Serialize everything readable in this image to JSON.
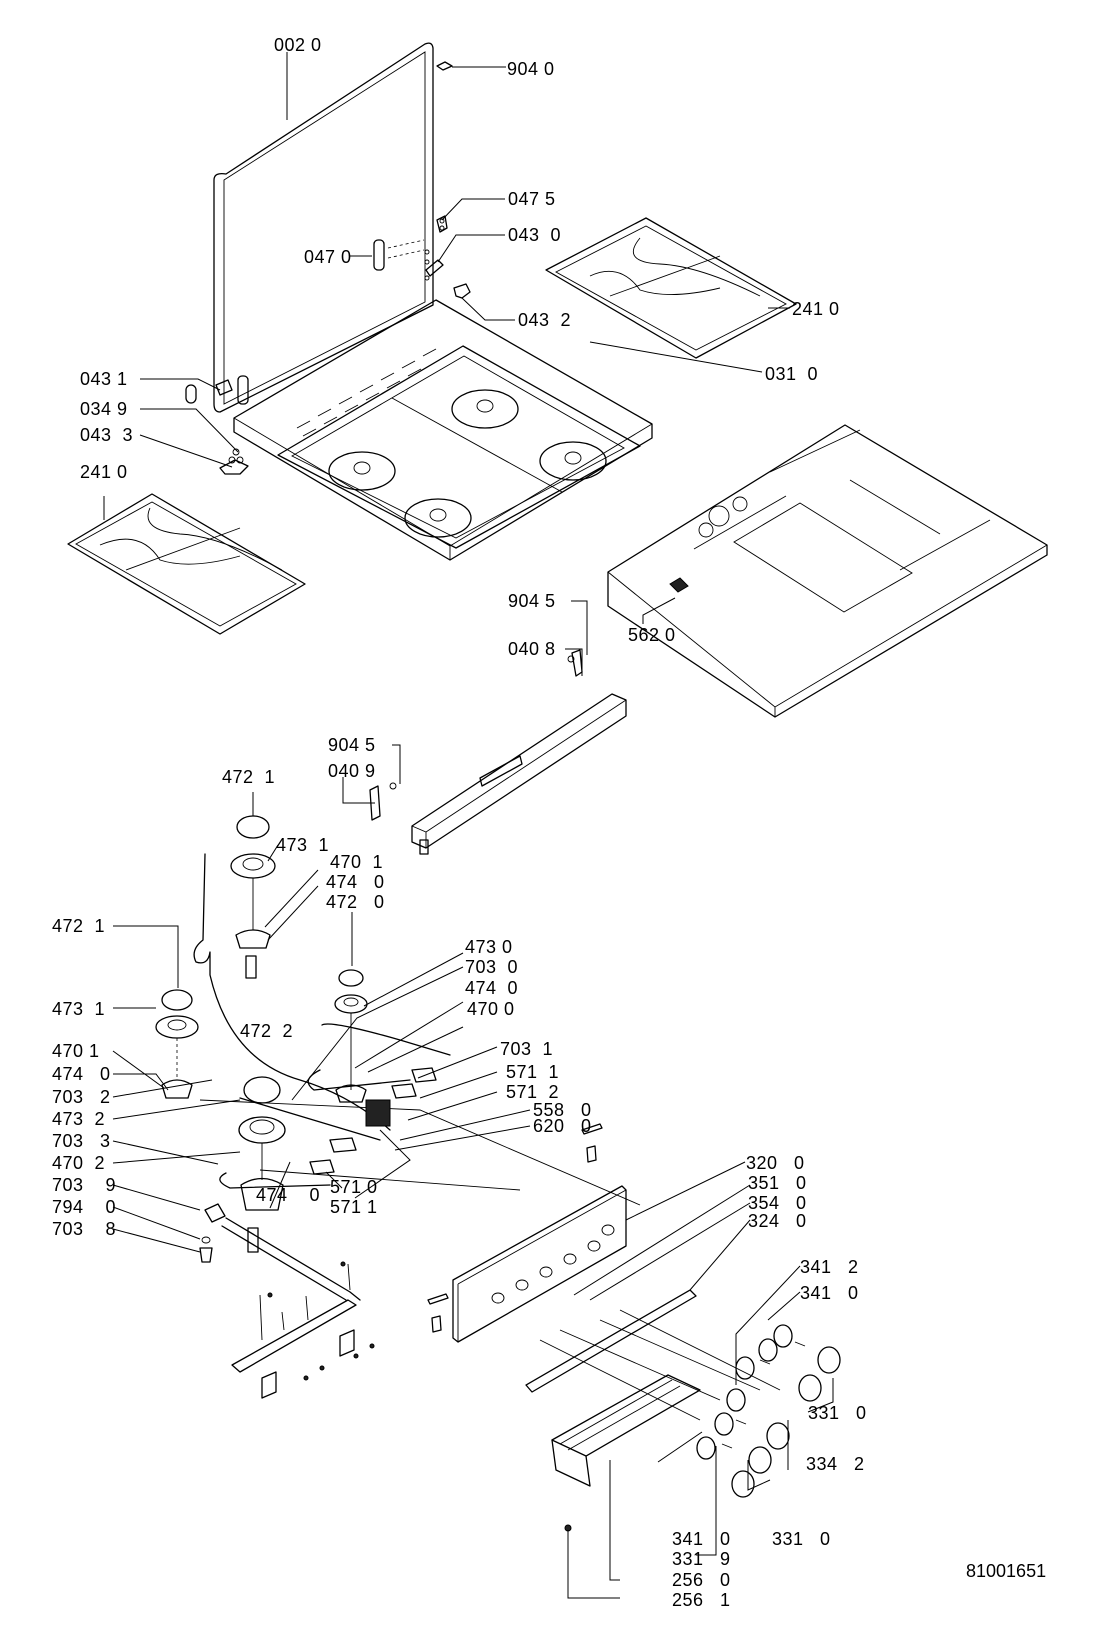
{
  "document": {
    "type": "exploded parts diagram",
    "subject": "Gas cooktop assembly",
    "drawing_number": "81001651"
  },
  "callouts": [
    {
      "id": "c1",
      "label": "002 0"
    },
    {
      "id": "c2",
      "label": "904 0"
    },
    {
      "id": "c3",
      "label": "047 5"
    },
    {
      "id": "c4",
      "label": "043  0"
    },
    {
      "id": "c5",
      "label": "047 0"
    },
    {
      "id": "c6",
      "label": "241 0"
    },
    {
      "id": "c7",
      "label": "043  2"
    },
    {
      "id": "c8",
      "label": "031  0"
    },
    {
      "id": "c9",
      "label": "043 1"
    },
    {
      "id": "c10",
      "label": "034 9"
    },
    {
      "id": "c11",
      "label": "043  3"
    },
    {
      "id": "c12",
      "label": "241 0"
    },
    {
      "id": "c13",
      "label": "562 0"
    },
    {
      "id": "c14",
      "label": "904 5"
    },
    {
      "id": "c15",
      "label": "040 8"
    },
    {
      "id": "c16",
      "label": "904 5"
    },
    {
      "id": "c17",
      "label": "040 9"
    },
    {
      "id": "c18",
      "label": "472  1"
    },
    {
      "id": "c19",
      "label": "473  1"
    },
    {
      "id": "c20",
      "label": "470  1"
    },
    {
      "id": "c21",
      "label": "474   0"
    },
    {
      "id": "c22",
      "label": "472   0"
    },
    {
      "id": "c23",
      "label": "472  1"
    },
    {
      "id": "c24",
      "label": "473 0"
    },
    {
      "id": "c25",
      "label": "473  1"
    },
    {
      "id": "c26",
      "label": "703  0"
    },
    {
      "id": "c27",
      "label": "472  2"
    },
    {
      "id": "c28",
      "label": "474  0"
    },
    {
      "id": "c29",
      "label": "470 0"
    },
    {
      "id": "c30",
      "label": "703  1"
    },
    {
      "id": "c31",
      "label": "470 1"
    },
    {
      "id": "c32",
      "label": "571  1"
    },
    {
      "id": "c33",
      "label": "474   0"
    },
    {
      "id": "c34",
      "label": "571  2"
    },
    {
      "id": "c35",
      "label": "703   2"
    },
    {
      "id": "c36",
      "label": "558   0"
    },
    {
      "id": "c37",
      "label": "473  2"
    },
    {
      "id": "c38",
      "label": "620   0"
    },
    {
      "id": "c39",
      "label": "703   3"
    },
    {
      "id": "c40",
      "label": "470  2"
    },
    {
      "id": "c41",
      "label": "474    0"
    },
    {
      "id": "c42",
      "label": "571 0"
    },
    {
      "id": "c43",
      "label": "571 1"
    },
    {
      "id": "c44",
      "label": "703    9"
    },
    {
      "id": "c45",
      "label": "794    0"
    },
    {
      "id": "c46",
      "label": "703    8"
    },
    {
      "id": "c47",
      "label": "320   0"
    },
    {
      "id": "c48",
      "label": "351   0"
    },
    {
      "id": "c49",
      "label": "354   0"
    },
    {
      "id": "c50",
      "label": "324   0"
    },
    {
      "id": "c51",
      "label": "341   2"
    },
    {
      "id": "c52",
      "label": "341   0"
    },
    {
      "id": "c53",
      "label": "331   0"
    },
    {
      "id": "c54",
      "label": "334   2"
    },
    {
      "id": "c55",
      "label": "341   0"
    },
    {
      "id": "c56",
      "label": "331   9"
    },
    {
      "id": "c57",
      "label": "331   0"
    },
    {
      "id": "c58",
      "label": "256   0"
    },
    {
      "id": "c59",
      "label": "256   1"
    }
  ]
}
